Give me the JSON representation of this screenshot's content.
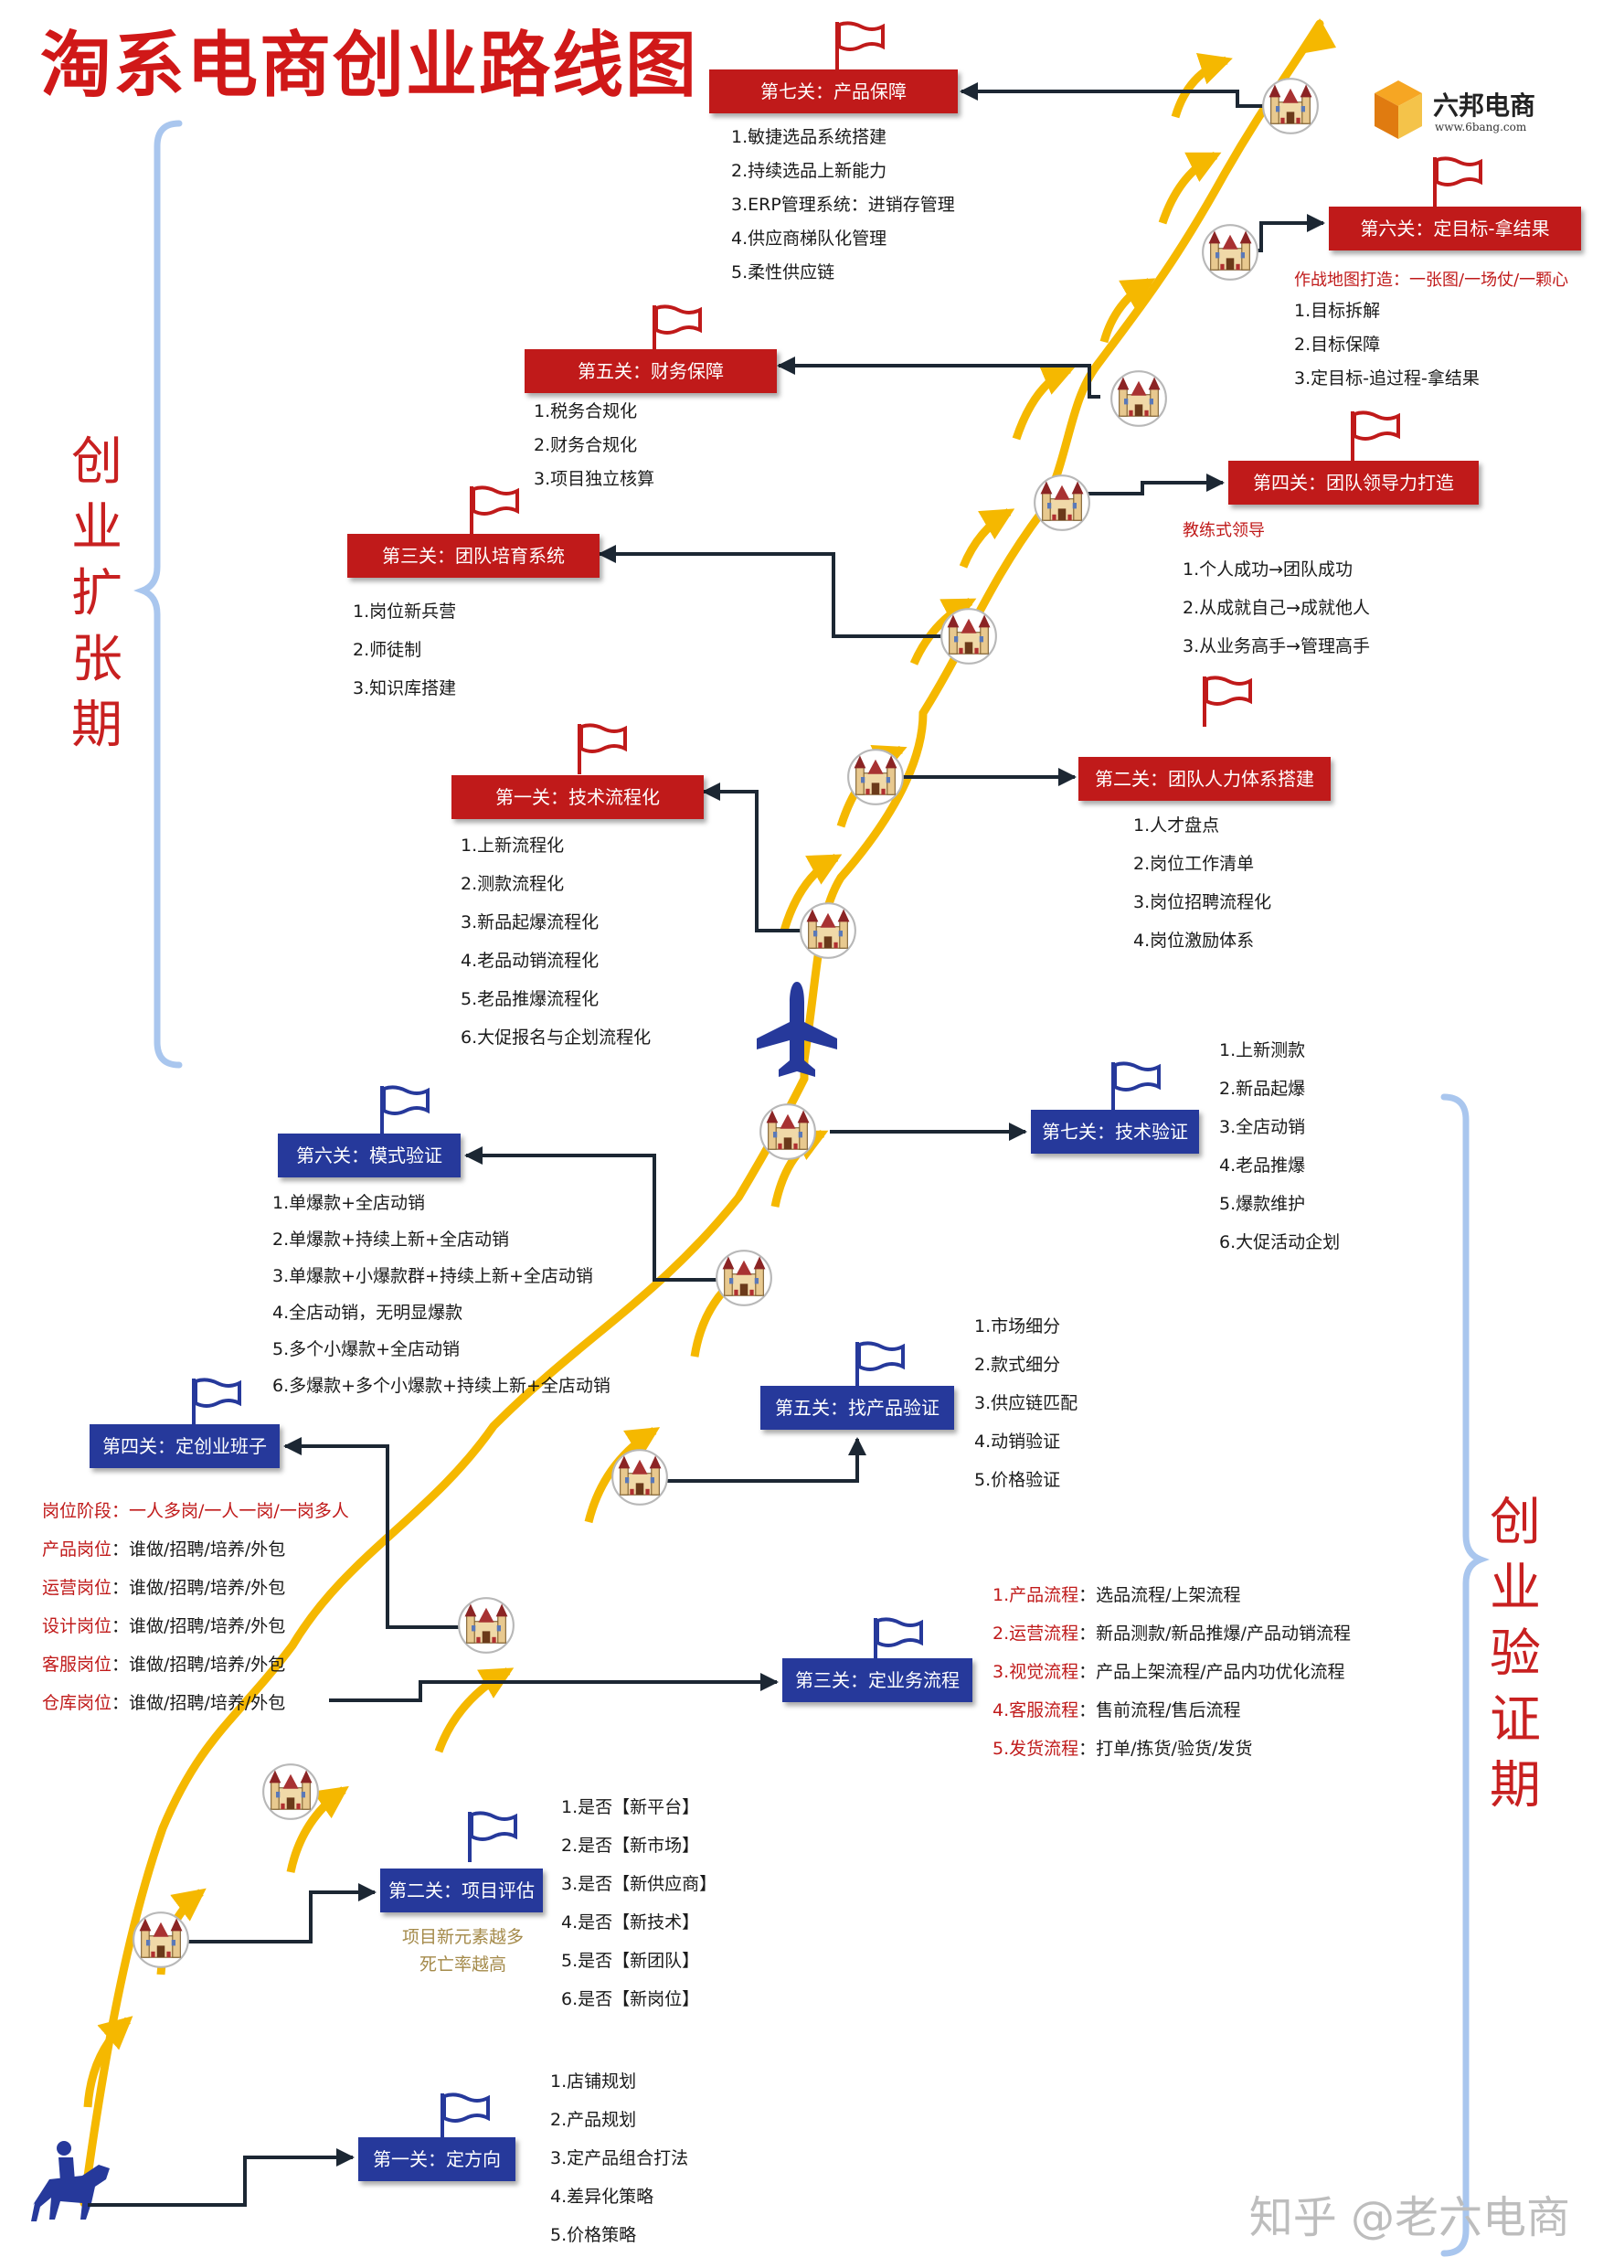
{
  "title": "淘系电商创业路线图",
  "logo": {
    "name": "六邦电商",
    "url": "www.6bang.com"
  },
  "phases": {
    "expansion": "创业扩张期",
    "validation": "创业验证期"
  },
  "validation_stages": {
    "s1": {
      "title": "第一关：定方向",
      "items": [
        "1.店铺规划",
        "2.产品规划",
        "3.定产品组合打法",
        "4.差异化策略",
        "5.价格策略"
      ]
    },
    "s2": {
      "title": "第二关：项目评估",
      "items": [
        "1.是否【新平台】",
        "2.是否【新市场】",
        "3.是否【新供应商】",
        "4.是否【新技术】",
        "5.是否【新团队】",
        "6.是否【新岗位】"
      ],
      "note": [
        "项目新元素越多",
        "死亡率越高"
      ]
    },
    "s3": {
      "title": "第三关：定业务流程",
      "items": [
        {
          "key": "1.产品流程",
          "val": "：选品流程/上架流程"
        },
        {
          "key": "2.运营流程",
          "val": "：新品测款/新品推爆/产品动销流程"
        },
        {
          "key": "3.视觉流程",
          "val": "：产品上架流程/产品内功优化流程"
        },
        {
          "key": "4.客服流程",
          "val": "：售前流程/售后流程"
        },
        {
          "key": "5.发货流程",
          "val": "：打单/拣货/验货/发货"
        }
      ]
    },
    "s4": {
      "title": "第四关：定创业班子",
      "items": [
        {
          "key": "岗位阶段",
          "val": "：一人多岗/一人一岗/一岗多人",
          "all_red": true
        },
        {
          "key": "产品岗位",
          "val": "：谁做/招聘/培养/外包"
        },
        {
          "key": "运营岗位",
          "val": "：谁做/招聘/培养/外包"
        },
        {
          "key": "设计岗位",
          "val": "：谁做/招聘/培养/外包"
        },
        {
          "key": "客服岗位",
          "val": "：谁做/招聘/培养/外包"
        },
        {
          "key": "仓库岗位",
          "val": "：谁做/招聘/培养/外包"
        }
      ]
    },
    "s5": {
      "title": "第五关：找产品验证",
      "items": [
        "1.市场细分",
        "2.款式细分",
        "3.供应链匹配",
        "4.动销验证",
        "5.价格验证"
      ]
    },
    "s6": {
      "title": "第六关：模式验证",
      "items": [
        "1.单爆款+全店动销",
        "2.单爆款+持续上新+全店动销",
        "3.单爆款+小爆款群+持续上新+全店动销",
        "4.全店动销，无明显爆款",
        "5.多个小爆款+全店动销",
        "6.多爆款+多个小爆款+持续上新+全店动销"
      ]
    },
    "s7": {
      "title": "第七关：技术验证",
      "items": [
        "1.上新测款",
        "2.新品起爆",
        "3.全店动销",
        "4.老品推爆",
        "5.爆款维护",
        "6.大促活动企划"
      ]
    }
  },
  "expansion_stages": {
    "s1": {
      "title": "第一关：技术流程化",
      "items": [
        "1.上新流程化",
        "2.测款流程化",
        "3.新品起爆流程化",
        "4.老品动销流程化",
        "5.老品推爆流程化",
        "6.大促报名与企划流程化"
      ]
    },
    "s2": {
      "title": "第二关：团队人力体系搭建",
      "items": [
        "1.人才盘点",
        "2.岗位工作清单",
        "3.岗位招聘流程化",
        "4.岗位激励体系"
      ]
    },
    "s3": {
      "title": "第三关：团队培育系统",
      "items": [
        "1.岗位新兵营",
        "2.师徒制",
        "3.知识库搭建"
      ]
    },
    "s4": {
      "title": "第四关：团队领导力打造",
      "subtitle": "教练式领导",
      "items": [
        "1.个人成功→团队成功",
        "2.从成就自己→成就他人",
        "3.从业务高手→管理高手"
      ]
    },
    "s5": {
      "title": "第五关：财务保障",
      "items": [
        "1.税务合规化",
        "2.财务合规化",
        "3.项目独立核算"
      ]
    },
    "s6": {
      "title": "第六关：定目标-拿结果",
      "subtitle": "作战地图打造：一张图/一场仗/一颗心",
      "items": [
        "1.目标拆解",
        "2.目标保障",
        "3.定目标-追过程-拿结果"
      ]
    },
    "s7": {
      "title": "第七关：产品保障",
      "items": [
        "1.敏捷选品系统搭建",
        "2.持续选品上新能力",
        "3.ERP管理系统：进销存管理",
        "4.供应商梯队化管理",
        "5.柔性供应链"
      ]
    }
  },
  "watermark": "知乎 @老六电商",
  "colors": {
    "red": "#c01a1a",
    "blue": "#26399b",
    "path": "#f5b800",
    "bracket": "#a9c6ee"
  }
}
